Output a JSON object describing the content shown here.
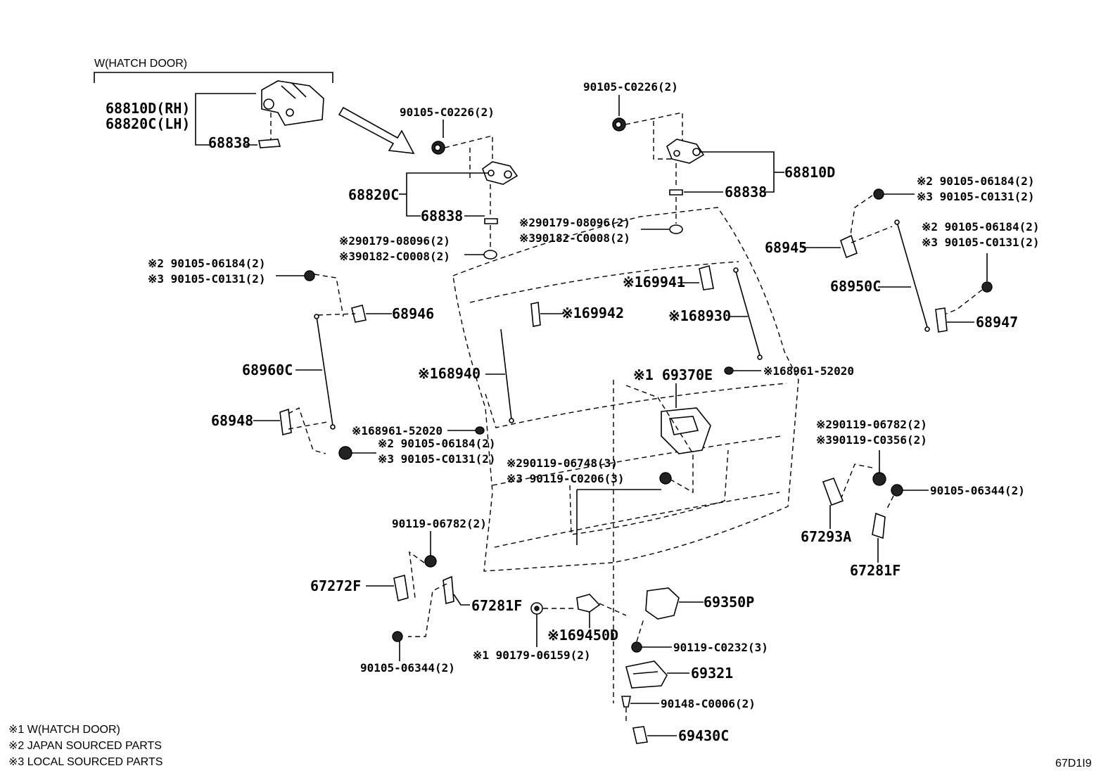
{
  "group_title": "W(HATCH DOOR)",
  "footer_code": "67D1I9",
  "legend": [
    "※1 W(HATCH DOOR)",
    "※2 JAPAN SOURCED PARTS",
    "※3 LOCAL SOURCED PARTS"
  ],
  "parts": {
    "hinge_rh_lh_a": "68810D(RH)",
    "hinge_rh_lh_b": "68820C(LH)",
    "shim_group": "68838",
    "bolt_top_left": "90105-C0226(2)",
    "hinge_left": "68820C",
    "shim_left": "68838",
    "washer_left_a": "※290179-08096(2)",
    "washer_left_b": "※390182-C0008(2)",
    "bolt_top_right": "90105-C0226(2)",
    "hinge_right": "68810D",
    "shim_right": "68838",
    "washer_right_a": "※290179-08096(2)",
    "washer_right_b": "※390182-C0008(2)",
    "bolt_ur_a": "※2 90105-06184(2)",
    "bolt_ur_b": "※3 90105-C0131(2)",
    "bracket_68945": "68945",
    "bolt_r_a": "※2 90105-06184(2)",
    "bolt_r_b": "※3 90105-C0131(2)",
    "stay_68950c": "68950C",
    "bracket_68947": "68947",
    "bolt_ul_a": "※2 90105-06184(2)",
    "bolt_ul_b": "※3 90105-C0131(2)",
    "bracket_68946": "68946",
    "stay_68960c": "68960C",
    "bracket_68948": "68948",
    "bolt_ll_a": "※2 90105-06184(2)",
    "bolt_ll_b": "※3 90105-C0131(2)",
    "bracket_69942": "※169942",
    "bracket_69941": "※169941",
    "stay_68930": "※168930",
    "stay_68940": "※168940",
    "cushion_r": "※168961-52020",
    "cushion_l": "※168961-52020",
    "lock_69370e": "※1 69370E",
    "bolt_c_a": "※290119-06748(3)",
    "bolt_c_b": "※3 90119-C0206(3)",
    "bolt_rr_a": "※290119-06782(2)",
    "bolt_rr_b": "※390119-C0356(2)",
    "screw_rr": "90105-06344(2)",
    "damper_67293a": "67293A",
    "bumper_67281f_r": "67281F",
    "bolt_ll2": "90119-06782(2)",
    "damper_67272f": "67272F",
    "bumper_67281f_l": "67281F",
    "screw_ll": "90105-06344(2)",
    "striker_69450d": "※169450D",
    "washer_bottom": "※1 90179-06159(2)",
    "latch_69350p": "69350P",
    "bolt_latch": "90119-C0232(3)",
    "cover_69321": "69321",
    "screw_cover": "90148-C0006(2)",
    "clip_69430c": "69430C"
  }
}
